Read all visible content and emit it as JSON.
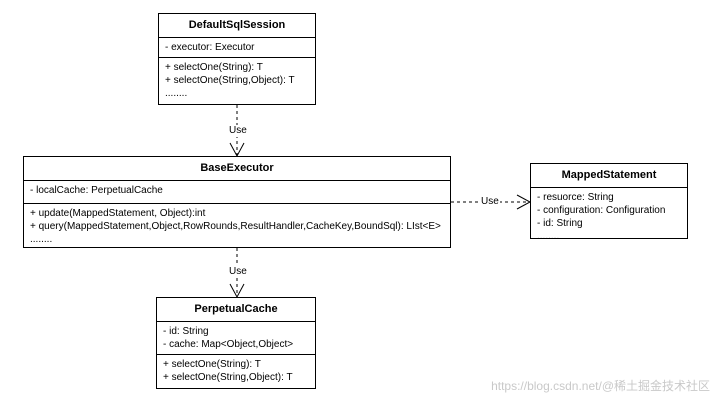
{
  "classes": {
    "default_sql_session": {
      "name": "DefaultSqlSession",
      "attributes": [
        "- executor: Executor"
      ],
      "methods": [
        "+ selectOne(String): T",
        "+ selectOne(String,Object): T",
        "........"
      ]
    },
    "base_executor": {
      "name": "BaseExecutor",
      "attributes": [
        "- localCache: PerpetualCache"
      ],
      "methods": [
        "+ update(MappedStatement, Object):int",
        "+ query(MappedStatement,Object,RowRounds,ResultHandler,CacheKey,BoundSql): LIst<E>",
        "........"
      ]
    },
    "perpetual_cache": {
      "name": "PerpetualCache",
      "attributes": [
        "- id: String",
        "- cache: Map<Object,Object>"
      ],
      "methods": [
        "+ selectOne(String): T",
        "+ selectOne(String,Object): T"
      ]
    },
    "mapped_statement": {
      "name": "MappedStatement",
      "attributes": [
        "- resuorce: String",
        "- configuration: Configuration",
        "- id: String",
        "........"
      ]
    }
  },
  "relations": {
    "session_to_executor": "Use",
    "executor_to_cache": "Use",
    "executor_to_statement": "Use"
  },
  "watermark": "https://blog.csdn.net/@稀土掘金技术社区"
}
